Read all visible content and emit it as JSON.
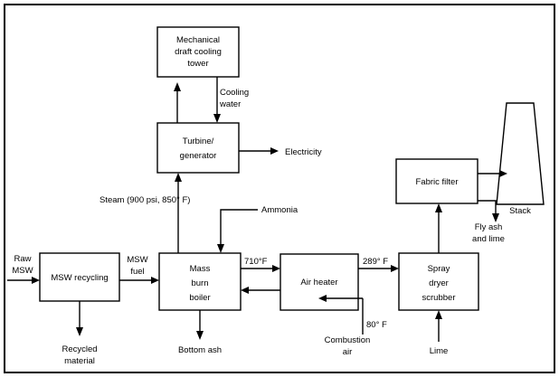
{
  "diagram": {
    "title": "Municipal solid waste mass burn waste-to-energy process flow diagram",
    "frame_color": "#000000",
    "line_color": "#000000",
    "box_fill": "#ffffff",
    "background": "#ffffff"
  },
  "units": [
    {
      "id": "cooling-tower",
      "lines": [
        "Mechanical",
        "draft cooling",
        "tower"
      ]
    },
    {
      "id": "turbine-generator",
      "lines": [
        "Turbine/",
        "generator"
      ]
    },
    {
      "id": "msw-recycling",
      "lines": [
        "MSW recycling"
      ]
    },
    {
      "id": "mass-burn-boiler",
      "lines": [
        "Mass",
        "burn",
        "boiler"
      ]
    },
    {
      "id": "air-heater",
      "lines": [
        "Air heater"
      ]
    },
    {
      "id": "spray-dryer-scrubber",
      "lines": [
        "Spray",
        "dryer",
        "scrubber"
      ]
    },
    {
      "id": "fabric-filter",
      "lines": [
        "Fabric filter"
      ]
    },
    {
      "id": "stack",
      "lines": [
        "Stack"
      ]
    }
  ],
  "unit_labels": {
    "cooling_tower_l1": "Mechanical",
    "cooling_tower_l2": "draft cooling",
    "cooling_tower_l3": "tower",
    "turbine_l1": "Turbine/",
    "turbine_l2": "generator",
    "msw_recycling_l1": "MSW recycling",
    "boiler_l1": "Mass",
    "boiler_l2": "burn",
    "boiler_l3": "boiler",
    "air_heater_l1": "Air heater",
    "spray_dryer_l1": "Spray",
    "spray_dryer_l2": "dryer",
    "spray_dryer_l3": "scrubber",
    "fabric_filter_l1": "Fabric filter",
    "stack_l1": "Stack"
  },
  "stream_labels": {
    "raw_msw_l1": "Raw",
    "raw_msw_l2": "MSW",
    "msw_fuel_l1": "MSW",
    "msw_fuel_l2": "fuel",
    "recycled_l1": "Recycled",
    "recycled_l2": "material",
    "bottom_ash": "Bottom ash",
    "steam": "Steam (900 psi, 850° F)",
    "ammonia": "Ammonia",
    "cooling_water_l1": "Cooling",
    "cooling_water_l2": "water",
    "electricity": "Electricity",
    "temp_boiler_out": "710°F",
    "temp_air_heater_out": "289° F",
    "temp_combustion_air": "80° F",
    "combustion_air_l1": "Combustion",
    "combustion_air_l2": "air",
    "lime": "Lime",
    "fly_ash_l1": "Fly ash",
    "fly_ash_l2": "and lime"
  }
}
